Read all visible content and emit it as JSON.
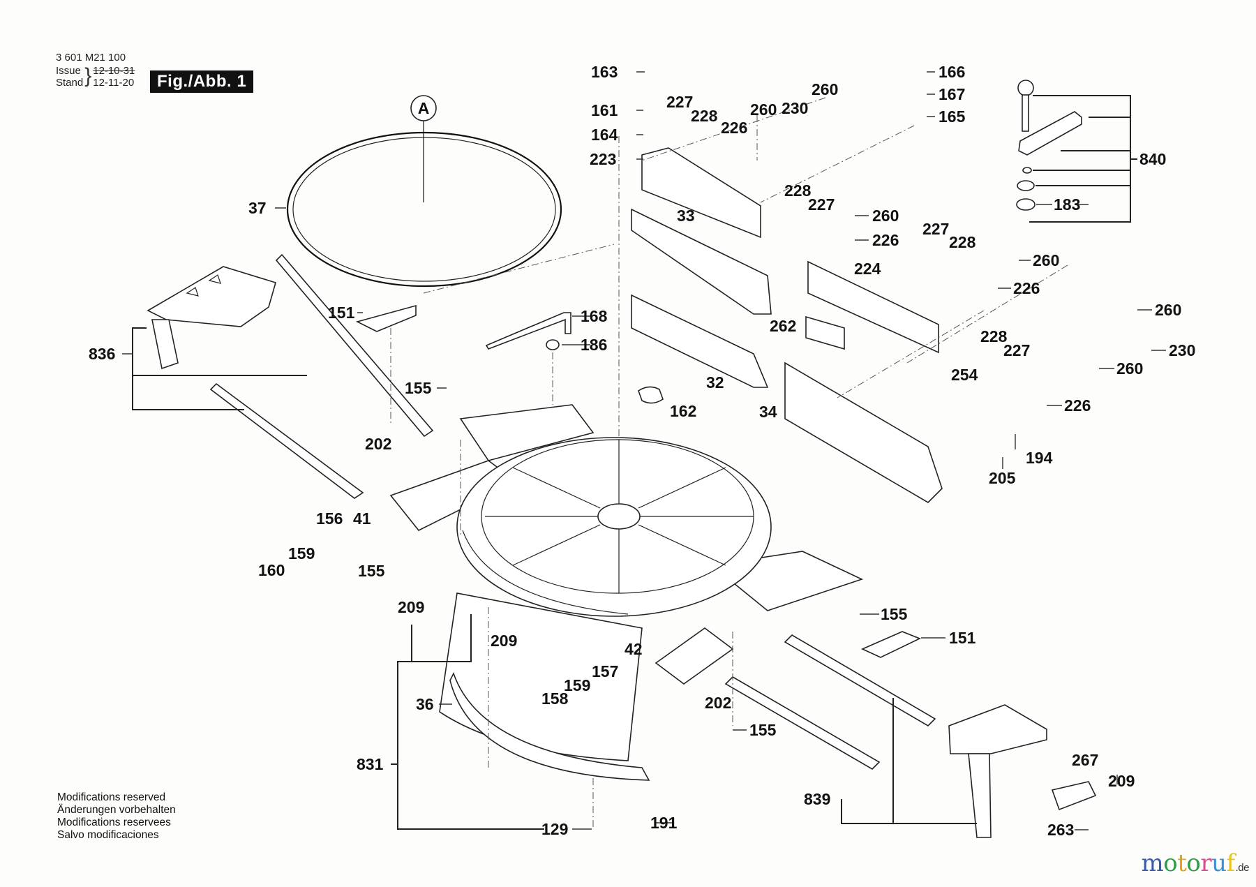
{
  "header": {
    "part_number": "3 601 M21 100",
    "issue_label": "Issue",
    "stand_label": "Stand",
    "issue_date_struck": "12-10-31",
    "stand_date": "12-11-20",
    "figure_label": "Fig./Abb. 1"
  },
  "diagram": {
    "detail_marker": "A",
    "callouts": {
      "c163": "163",
      "c161": "161",
      "c164": "164",
      "c223": "223",
      "c227a": "227",
      "c228a": "228",
      "c226a": "226",
      "c260a": "260",
      "c230a": "230",
      "c260b": "260",
      "c166": "166",
      "c167": "167",
      "c165": "165",
      "c840": "840",
      "c183": "183",
      "c37": "37",
      "c33": "33",
      "c228b": "228",
      "c227b": "227",
      "c260c": "260",
      "c226b": "226",
      "c227c": "227",
      "c228c": "228",
      "c260d": "260",
      "c226c": "226",
      "c224": "224",
      "c262": "262",
      "c254": "254",
      "c260e": "260",
      "c230b": "230",
      "c228d": "228",
      "c227d": "227",
      "c260f": "260",
      "c226d": "226",
      "c151a": "151",
      "c168": "168",
      "c186": "186",
      "c155a": "155",
      "c32": "32",
      "c162": "162",
      "c34": "34",
      "c836": "836",
      "c194": "194",
      "c205": "205",
      "c202a": "202",
      "c156": "156",
      "c41": "41",
      "c159a": "159",
      "c160": "160",
      "c155b": "155",
      "c209a": "209",
      "c209b": "209",
      "c155c": "155",
      "c151b": "151",
      "c42": "42",
      "c157": "157",
      "c159b": "159",
      "c158": "158",
      "c202b": "202",
      "c155d": "155",
      "c36": "36",
      "c831": "831",
      "c129": "129",
      "c191": "191",
      "c839": "839",
      "c267": "267",
      "c209c": "209",
      "c263": "263"
    }
  },
  "footer": {
    "notes": [
      "Modifications reserved",
      "Änderungen vorbehalten",
      "Modifications reservees",
      "Salvo modificaciones"
    ]
  },
  "brand": {
    "letters": [
      "m",
      "o",
      "t",
      "o",
      "r",
      "u",
      "f"
    ],
    "letter_colors": [
      "#3b5ba9",
      "#2f9a47",
      "#e5a21a",
      "#2f9a47",
      "#d94d8f",
      "#3b8fd4",
      "#e8c21a"
    ],
    "tld": ".de"
  }
}
